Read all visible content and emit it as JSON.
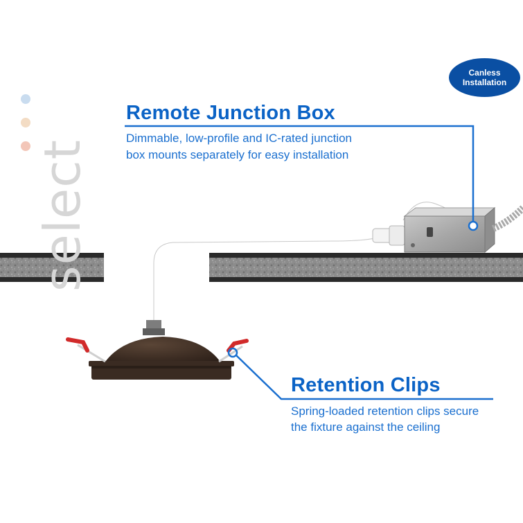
{
  "badge": {
    "line1": "Canless",
    "line2": "Installation"
  },
  "junction": {
    "title": "Remote Junction Box",
    "desc_line1": "Dimmable, low-profile and IC-rated junction",
    "desc_line2": "box mounts separately for easy installation"
  },
  "clips": {
    "title": "Retention Clips",
    "desc_line1": "Spring-loaded retention clips secure",
    "desc_line2": "the fixture against the ceiling"
  },
  "brand": {
    "wordmark": "select",
    "dot_colors": [
      "#c9dcef",
      "#f3dcc4",
      "#f3c6b8"
    ]
  },
  "colors": {
    "accent": "#0b63c6",
    "badge": "#0a4fa3",
    "fixture": "#3b2b22",
    "clip": "#d12a2a"
  }
}
